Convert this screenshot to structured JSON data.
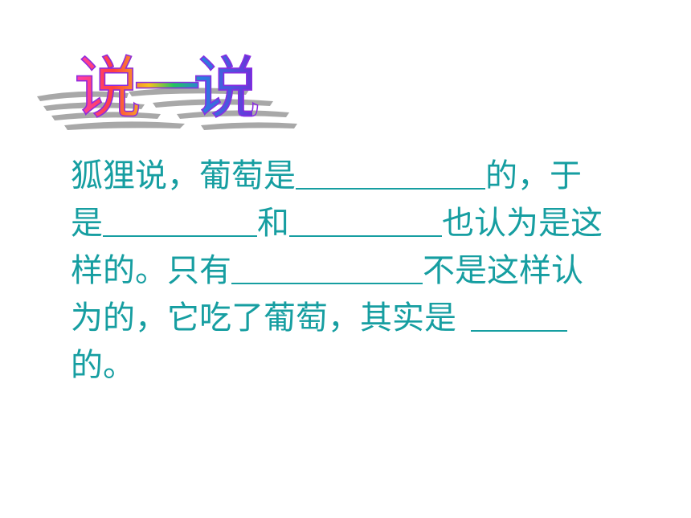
{
  "title": "说一说",
  "paragraph": {
    "line1": {
      "a": "狐狸说，葡萄是",
      "b": "的，于"
    },
    "line2": {
      "a": "是",
      "b": "和",
      "c": "也认为是这"
    },
    "line3": {
      "a": "样的。只有",
      "b": "不是这样认"
    },
    "line4": {
      "a": "为的，它吃了葡萄，其实是"
    },
    "line5": {
      "a": "的。"
    }
  },
  "colors": {
    "text": "#169ea1",
    "title_gradient": [
      "#ff3fb1",
      "#ff4040",
      "#f7c31b",
      "#22c55e",
      "#2b7de0",
      "#6a34d8"
    ]
  }
}
